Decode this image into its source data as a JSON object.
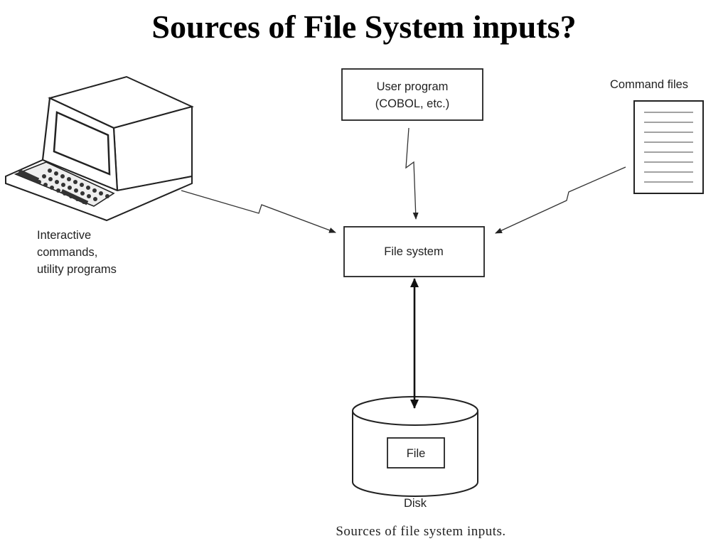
{
  "title": "Sources of File System inputs?",
  "labels": {
    "user_program_line1": "User program",
    "user_program_line2": "(COBOL, etc.)",
    "command_files": "Command files",
    "file_system": "File system",
    "interactive_line1": "Interactive",
    "interactive_line2": "commands,",
    "interactive_line3": "utility programs",
    "file": "File",
    "disk": "Disk"
  },
  "caption": "Sources of file system inputs.",
  "icons": [
    "terminal-icon",
    "document-icon",
    "disk-icon"
  ]
}
